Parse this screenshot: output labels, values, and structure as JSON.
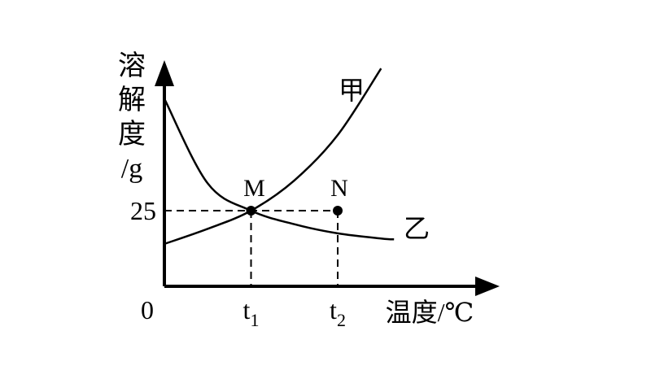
{
  "chart_data": {
    "type": "line",
    "title": "",
    "ylabel_lines": [
      "溶",
      "解",
      "度",
      "/g"
    ],
    "xlabel": "温度/℃",
    "origin_label": "0",
    "y_tick": {
      "value": 25,
      "label": "25"
    },
    "x_ticks": [
      {
        "value": 1,
        "base": "t",
        "sub": "1"
      },
      {
        "value": 2,
        "base": "t",
        "sub": "2"
      }
    ],
    "series": [
      {
        "name": "甲",
        "x": [
          0,
          0.5,
          1,
          1.5,
          2,
          2.5
        ],
        "y": [
          14,
          19,
          25,
          35,
          50,
          72
        ]
      },
      {
        "name": "乙",
        "x": [
          0,
          0.5,
          1,
          1.5,
          2,
          2.5,
          2.65
        ],
        "y": [
          62,
          34,
          25,
          20.5,
          17.5,
          15.8,
          15.5
        ]
      }
    ],
    "points": [
      {
        "label": "M",
        "x": 1,
        "y": 25
      },
      {
        "label": "N",
        "x": 2,
        "y": 25
      }
    ],
    "grid": false
  }
}
